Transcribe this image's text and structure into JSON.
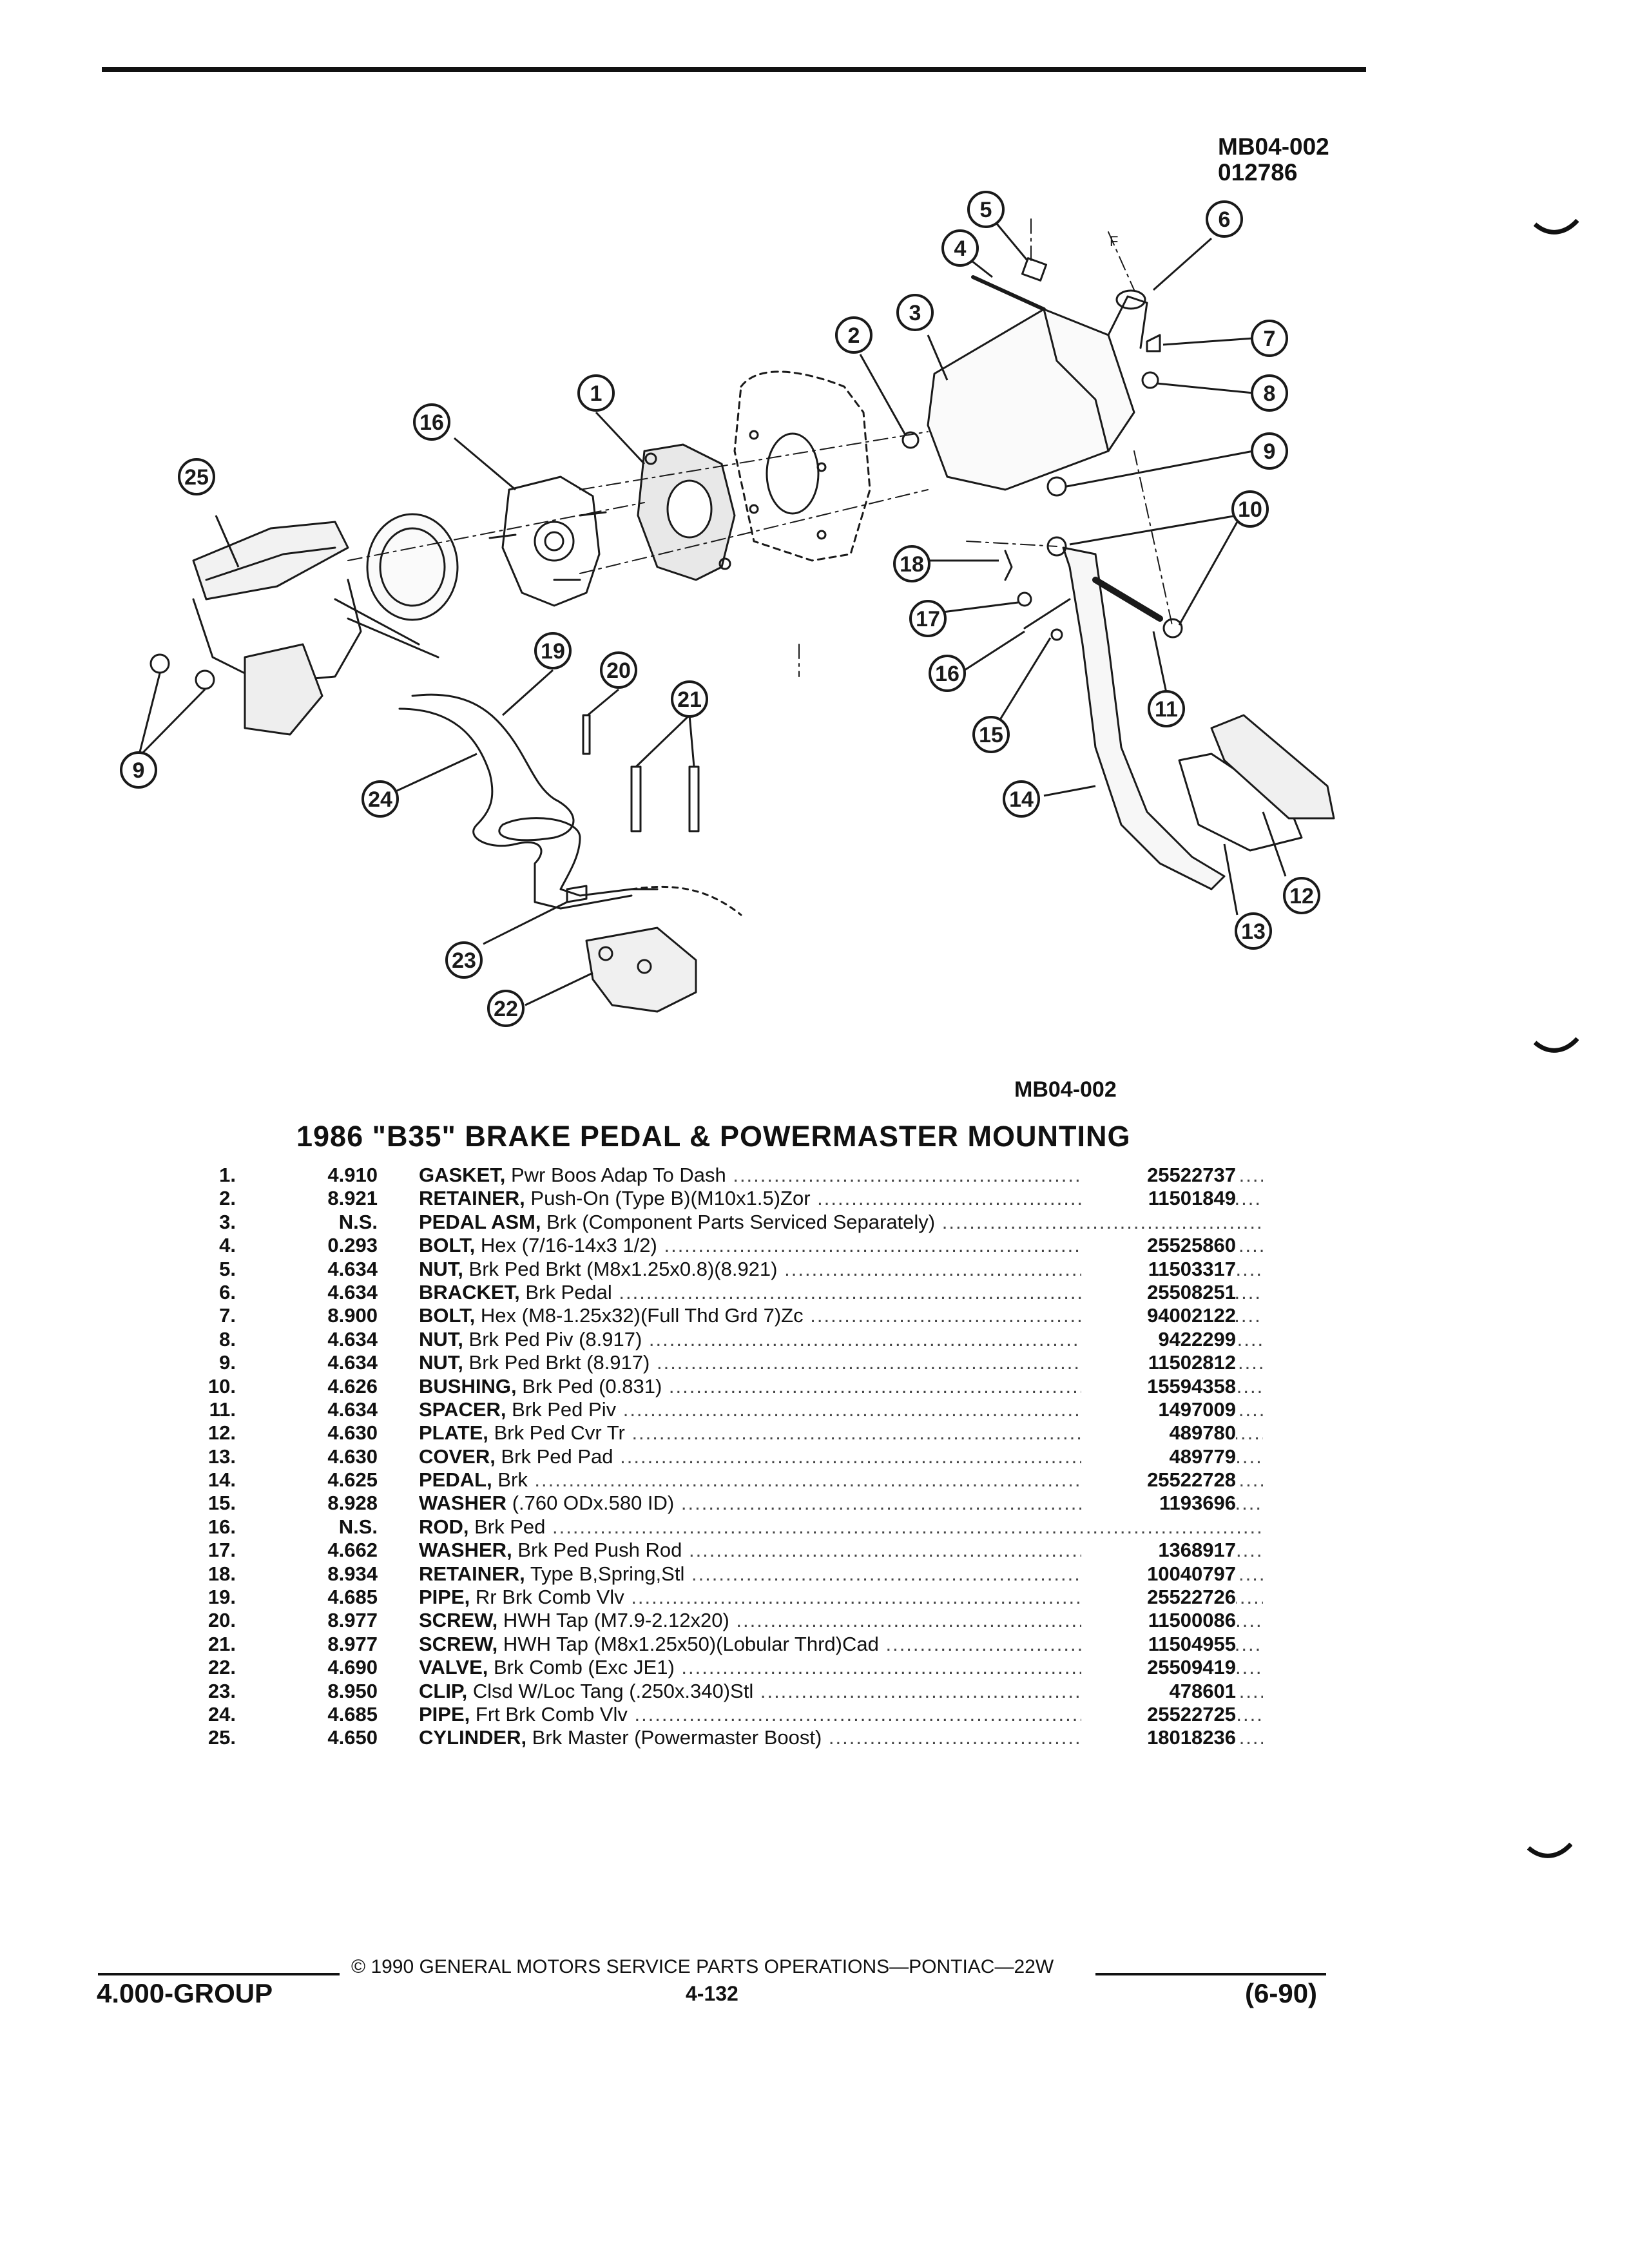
{
  "header": {
    "diagram_code": "MB04-002",
    "diagram_date_code": "012786"
  },
  "diagram": {
    "caption": "MB04-002",
    "callouts": [
      "1",
      "2",
      "3",
      "4",
      "5",
      "6",
      "7",
      "8",
      "9",
      "9",
      "10",
      "11",
      "12",
      "13",
      "14",
      "15",
      "16",
      "16",
      "17",
      "18",
      "19",
      "20",
      "21",
      "22",
      "23",
      "24",
      "25"
    ],
    "small_text": "F"
  },
  "section": {
    "title": "1986 \"B35\" BRAKE PEDAL & POWERMASTER MOUNTING"
  },
  "parts": [
    {
      "index": "1.",
      "group": "4.910",
      "name": "GASKET,",
      "desc": "Pwr Boos Adap To Dash",
      "part_no": "25522737"
    },
    {
      "index": "2.",
      "group": "8.921",
      "name": "RETAINER,",
      "desc": "Push-On (Type B)(M10x1.5)Zor",
      "part_no": "11501849"
    },
    {
      "index": "3.",
      "group": "N.S.",
      "name": "PEDAL ASM,",
      "desc": "Brk (Component Parts Serviced Separately)",
      "part_no": ""
    },
    {
      "index": "4.",
      "group": "0.293",
      "name": "BOLT,",
      "desc": "Hex (7/16-14x3 1/2)",
      "part_no": "25525860"
    },
    {
      "index": "5.",
      "group": "4.634",
      "name": "NUT,",
      "desc": "Brk Ped Brkt (M8x1.25x0.8)(8.921)",
      "part_no": "11503317"
    },
    {
      "index": "6.",
      "group": "4.634",
      "name": "BRACKET,",
      "desc": "Brk Pedal",
      "part_no": "25508251"
    },
    {
      "index": "7.",
      "group": "8.900",
      "name": "BOLT,",
      "desc": "Hex (M8-1.25x32)(Full Thd Grd 7)Zc",
      "part_no": "94002122"
    },
    {
      "index": "8.",
      "group": "4.634",
      "name": "NUT,",
      "desc": "Brk Ped Piv (8.917)",
      "part_no": "9422299"
    },
    {
      "index": "9.",
      "group": "4.634",
      "name": "NUT,",
      "desc": "Brk Ped Brkt (8.917)",
      "part_no": "11502812"
    },
    {
      "index": "10.",
      "group": "4.626",
      "name": "BUSHING,",
      "desc": "Brk Ped (0.831)",
      "part_no": "15594358"
    },
    {
      "index": "11.",
      "group": "4.634",
      "name": "SPACER,",
      "desc": "Brk Ped Piv",
      "part_no": "1497009"
    },
    {
      "index": "12.",
      "group": "4.630",
      "name": "PLATE,",
      "desc": "Brk Ped Cvr Tr",
      "part_no": "489780"
    },
    {
      "index": "13.",
      "group": "4.630",
      "name": "COVER,",
      "desc": "Brk Ped Pad",
      "part_no": "489779"
    },
    {
      "index": "14.",
      "group": "4.625",
      "name": "PEDAL,",
      "desc": "Brk",
      "part_no": "25522728"
    },
    {
      "index": "15.",
      "group": "8.928",
      "name": "WASHER",
      "desc": "(.760 ODx.580 ID)",
      "part_no": "1193696"
    },
    {
      "index": "16.",
      "group": "N.S.",
      "name": "ROD,",
      "desc": "Brk Ped",
      "part_no": ""
    },
    {
      "index": "17.",
      "group": "4.662",
      "name": "WASHER,",
      "desc": "Brk Ped Push Rod",
      "part_no": "1368917"
    },
    {
      "index": "18.",
      "group": "8.934",
      "name": "RETAINER,",
      "desc": "Type B,Spring,Stl",
      "part_no": "10040797"
    },
    {
      "index": "19.",
      "group": "4.685",
      "name": "PIPE,",
      "desc": "Rr Brk Comb Vlv",
      "part_no": "25522726"
    },
    {
      "index": "20.",
      "group": "8.977",
      "name": "SCREW,",
      "desc": "HWH Tap (M7.9-2.12x20)",
      "part_no": "11500086"
    },
    {
      "index": "21.",
      "group": "8.977",
      "name": "SCREW,",
      "desc": "HWH Tap (M8x1.25x50)(Lobular Thrd)Cad",
      "part_no": "11504955"
    },
    {
      "index": "22.",
      "group": "4.690",
      "name": "VALVE,",
      "desc": "Brk Comb (Exc JE1)",
      "part_no": "25509419"
    },
    {
      "index": "23.",
      "group": "8.950",
      "name": "CLIP,",
      "desc": "Clsd W/Loc Tang (.250x.340)Stl",
      "part_no": "478601"
    },
    {
      "index": "24.",
      "group": "4.685",
      "name": "PIPE,",
      "desc": "Frt Brk Comb Vlv",
      "part_no": "25522725"
    },
    {
      "index": "25.",
      "group": "4.650",
      "name": "CYLINDER,",
      "desc": "Brk Master (Powermaster Boost)",
      "part_no": "18018236"
    }
  ],
  "footer": {
    "copyright": "© 1990 GENERAL MOTORS SERVICE PARTS OPERATIONS—PONTIAC—22W",
    "group": "4.000-GROUP",
    "page": "4-132",
    "date": "(6-90)"
  }
}
